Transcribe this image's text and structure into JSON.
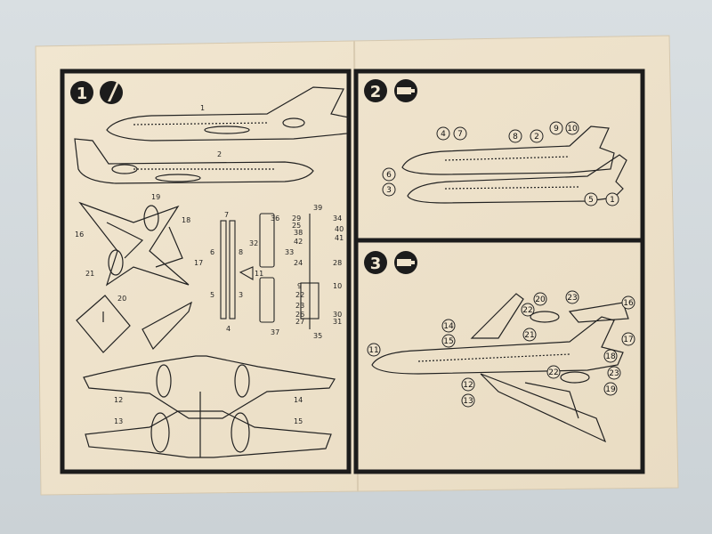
{
  "document": {
    "type": "model kit assembly instructions",
    "paper_color": "#efe3cc",
    "ink_color": "#1c1c1c"
  },
  "steps": [
    {
      "number": "1",
      "icon": "knife-icon",
      "labels": [
        "1",
        "2",
        "19",
        "18",
        "16",
        "17",
        "21",
        "20",
        "6",
        "7",
        "8",
        "5",
        "3",
        "4",
        "11",
        "32",
        "33",
        "36",
        "37",
        "29",
        "25",
        "38",
        "42",
        "24",
        "39",
        "34",
        "40",
        "41",
        "28",
        "9",
        "22",
        "23",
        "26",
        "27",
        "10",
        "30",
        "31",
        "35",
        "12",
        "13",
        "14",
        "15"
      ]
    },
    {
      "number": "2",
      "icon": "glue-tube-icon",
      "callouts": [
        "4",
        "7",
        "8",
        "2",
        "9",
        "10",
        "6",
        "3",
        "5",
        "1"
      ]
    },
    {
      "number": "3",
      "icon": "glue-tube-icon",
      "callouts": [
        "20",
        "23",
        "16",
        "14",
        "22",
        "15",
        "21",
        "17",
        "11",
        "18",
        "12",
        "22",
        "23",
        "13",
        "19"
      ]
    }
  ]
}
